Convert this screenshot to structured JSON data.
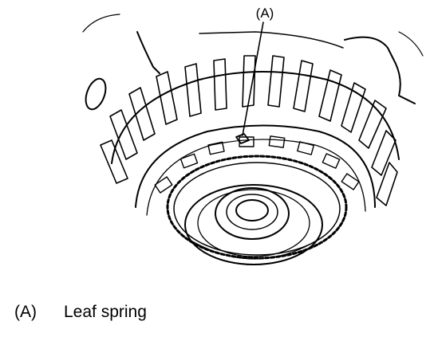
{
  "figure": {
    "callout": "(A)"
  },
  "legend": {
    "items": [
      {
        "key": "(A)",
        "label": "Leaf spring"
      }
    ]
  }
}
